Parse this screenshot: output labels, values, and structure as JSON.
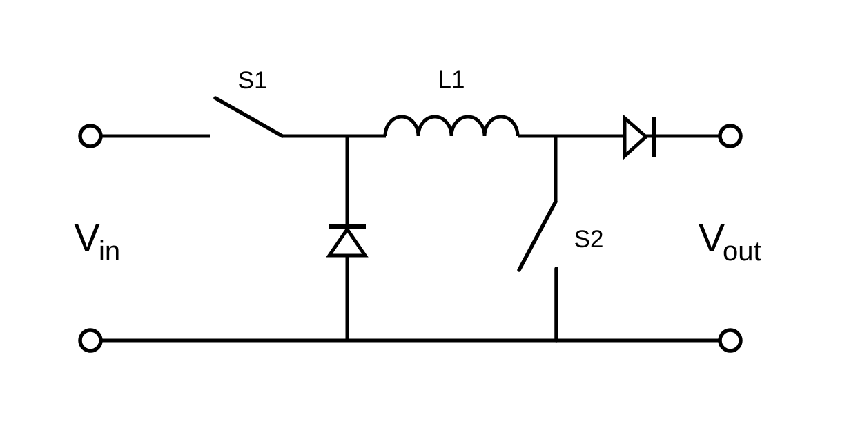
{
  "colors": {
    "line": "#000000",
    "background": "#ffffff"
  },
  "diagram": {
    "kind": "circuit-schematic",
    "components": {
      "switch1": {
        "label": "S1",
        "symbol": "open-switch"
      },
      "inductor1": {
        "label": "L1",
        "symbol": "inductor-4-humps"
      },
      "switch2": {
        "label": "S2",
        "symbol": "open-switch"
      },
      "diode1": {
        "symbol": "diode",
        "orientation": "up"
      },
      "diode2": {
        "symbol": "diode",
        "orientation": "right"
      },
      "input": {
        "base": "V",
        "subscript": "in"
      },
      "output": {
        "base": "V",
        "subscript": "out"
      },
      "terminals": {
        "count": 4
      }
    }
  }
}
